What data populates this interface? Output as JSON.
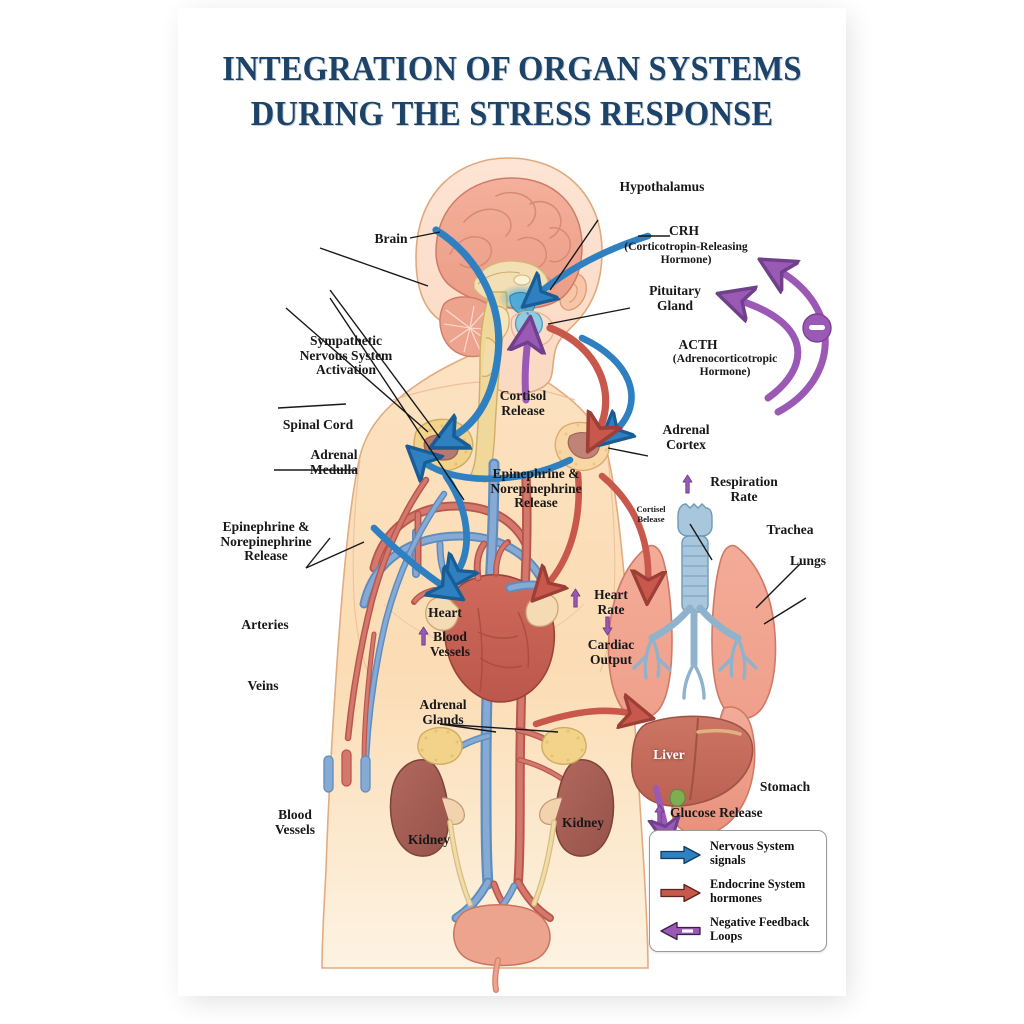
{
  "poster": {
    "title_line1": "INTEGRATION OF ORGAN SYSTEMS",
    "title_line2": "DURING THE STRESS RESPONSE",
    "title_color": "#1d4468",
    "background": "#ffffff"
  },
  "colors": {
    "nervous_blue": "#2f80c0",
    "endocrine_red": "#c8584c",
    "feedback_purple": "#9b59b6",
    "skin": "#fbdfbb",
    "skin_outline": "#e0a97c",
    "brain_pink": "#f0a48f",
    "organ_pink": "#ef9e8c",
    "kidney_brown": "#a85f55",
    "adrenal_yellow": "#f2d389",
    "vein_blue": "#6f9fd0",
    "artery_red": "#c35a50",
    "nerve_yellow": "#ecd08a",
    "liver_brown": "#c8705e",
    "stomach_pink": "#ef9f8d",
    "title_navy": "#1d4468"
  },
  "labels": {
    "brain": "Brain",
    "hypothalamus": "Hypothalamus",
    "crh": "CRH",
    "crh_full": "(Corticotropin-Releasing\nHormone)",
    "pituitary": "Pituitary\nGland",
    "acth": "ACTH",
    "acth_full": "(Adrenocorticotropic\nHormone)",
    "sympathetic": "Sympathetic\nNervous System\nActivation",
    "spinal_cord": "Spinal Cord",
    "adrenal_medulla": "Adrenal\nMedulla",
    "adrenal_cortex": "Adrenal\nCortex",
    "cortisol_release": "Cortisol\nRelease",
    "cortisol_release_small": "Cortisel\nBelease",
    "epi_norepi_center": "Epinephrine &\nNorepinephrine\nRelease",
    "epi_norepi_left": "Epinephrine &\nNorepinephrine\nRelease",
    "arteries": "Arteries",
    "veins": "Veins",
    "blood_vessels_left": "Blood\nVessels",
    "heart": "Heart",
    "blood_vessels_heart": "Blood\nVessels",
    "heart_rate": "Heart\nRate",
    "cardiac_output": "Cardiac\nOutput",
    "respiration_rate": "Respiration\nRate",
    "trachea": "Trachea",
    "lungs": "Lungs",
    "liver": "Liver",
    "stomach": "Stomach",
    "glucose_release": "Glucose Release",
    "adrenal_glands": "Adrenal\nGlands",
    "kidney_left": "Kidney",
    "kidney_right": "Kidney",
    "negative_sign": "–"
  },
  "legend": {
    "items": [
      {
        "label": "Nervous System\nsignals",
        "color": "#2f80c0",
        "direction": "right",
        "icon": "arrow-right-blue"
      },
      {
        "label": "Endocrine System\nhormones",
        "color": "#c8584c",
        "direction": "right",
        "icon": "arrow-right-red"
      },
      {
        "label": "Negative Feedback\nLoops",
        "color": "#9b59b6",
        "direction": "left",
        "icon": "arrow-left-purple"
      }
    ]
  }
}
